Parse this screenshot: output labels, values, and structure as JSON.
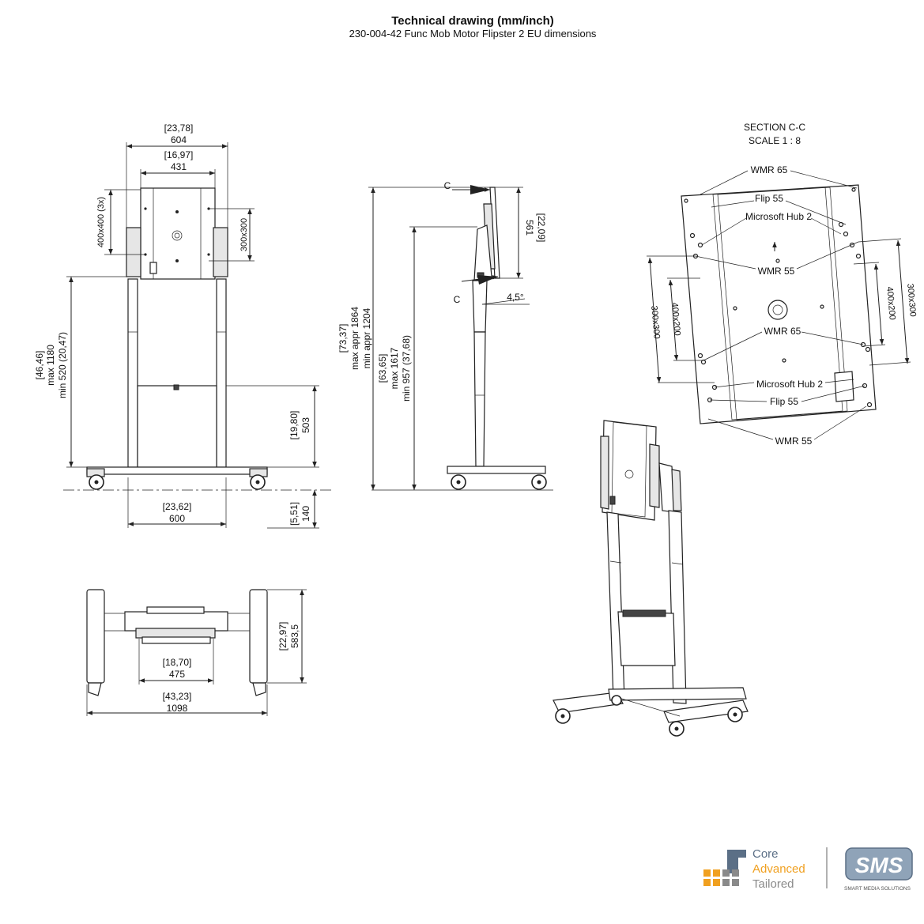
{
  "header": {
    "title": "Technical drawing (mm/inch)",
    "subtitle": "230-004-42 Func Mob Motor Flipster 2 EU dimensions"
  },
  "front_view": {
    "overall_width_in": "[23,78]",
    "overall_width_mm": "604",
    "plate_width_in": "[16,97]",
    "plate_width_mm": "431",
    "vesa_left": "400x400 (3x)",
    "vesa_right": "300x300",
    "height_in": "[46,46]",
    "height_max": "max  1180",
    "height_min": "min 520 (20,47)",
    "box_height_in": "[19,80]",
    "box_height_mm": "503",
    "base_width_in": "[23,62]",
    "base_width_mm": "600",
    "floor_in": "[5,51]",
    "floor_mm": "140"
  },
  "side_view": {
    "section_mark_top": "C",
    "section_mark_bottom": "C",
    "tilt_angle": "4,5°",
    "plate_depth_in": "[22,09]",
    "plate_depth_mm": "561",
    "total_height_in": "[73,37]",
    "total_height_max": "max appr  1864",
    "total_height_min": "min appr 1204",
    "mid_height_in": "[63,65]",
    "mid_height_max": "max  1617",
    "mid_height_min": "min 957 (37,68)"
  },
  "top_view": {
    "depth_in": "[22,97]",
    "depth_mm": "583,5",
    "inner_width_in": "[18,70]",
    "inner_width_mm": "475",
    "outer_width_in": "[43,23]",
    "outer_width_mm": "1098"
  },
  "section_view": {
    "title": "SECTION C-C",
    "scale": "SCALE 1 : 8",
    "labels": [
      "WMR 65",
      "Flip 55",
      "Microsoft Hub 2",
      "WMR 55",
      "WMR 65",
      "Microsoft Hub 2",
      "Flip 55",
      "WMR 55"
    ],
    "dim_left_outer": "300x300",
    "dim_left_inner": "400x200",
    "dim_right_outer": "300x300",
    "dim_right_inner": "400x200"
  },
  "branding": {
    "tier_1": "Core",
    "tier_2": "Advanced",
    "tier_3": "Tailored",
    "brand": "SMS",
    "tagline": "SMART MEDIA SOLUTIONS"
  }
}
